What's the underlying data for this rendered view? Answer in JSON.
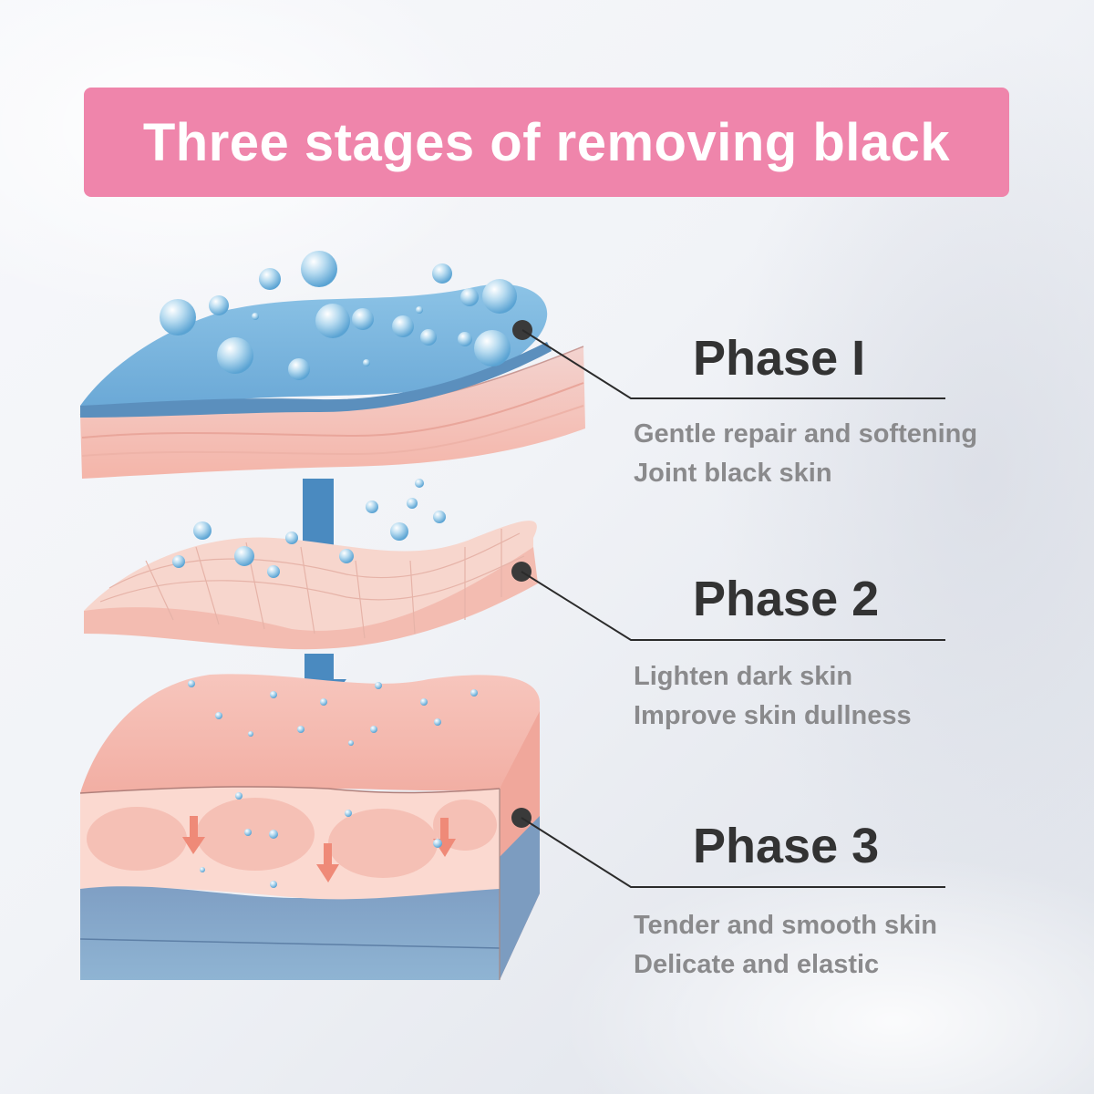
{
  "title": "Three stages of removing black",
  "colors": {
    "banner": "#ef85ab",
    "heading": "#333333",
    "description": "#8a8a8c",
    "leader_line": "#2b2b2b",
    "skin_pink": "#f6c4bc",
    "water_blue": "#7fb6dc",
    "arrow_blue": "#3f86bd"
  },
  "phases": [
    {
      "heading": "Phase I",
      "lines": [
        "Gentle repair and softening",
        "Joint black skin"
      ]
    },
    {
      "heading": "Phase 2",
      "lines": [
        "Lighten dark skin",
        "Improve skin dullness"
      ]
    },
    {
      "heading": "Phase 3",
      "lines": [
        "Tender and smooth skin",
        "Delicate and elastic"
      ]
    }
  ]
}
